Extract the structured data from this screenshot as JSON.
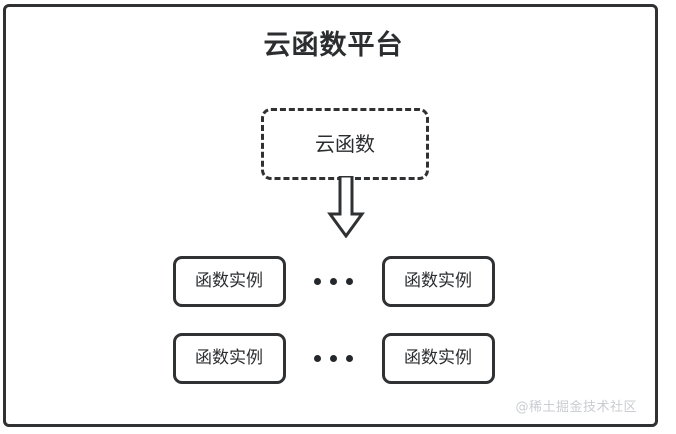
{
  "diagram": {
    "title": "云函数平台",
    "cloud_function": {
      "label": "云函数",
      "border_style": "dashed",
      "border_color": "#2f3133"
    },
    "arrow": {
      "name": "down-block-arrow",
      "direction": "down",
      "color": "#2f3133"
    },
    "instance_rows": [
      {
        "left_box": "函数实例",
        "ellipsis": "···",
        "right_box": "函数实例"
      },
      {
        "left_box": "函数实例",
        "ellipsis": "···",
        "right_box": "函数实例"
      }
    ],
    "watermark": "@稀土掘金技术社区",
    "colors": {
      "stroke": "#2f3133",
      "text": "#2b2d2f",
      "background": "#ffffff",
      "watermark": "#c9ccd1",
      "dot": "#24272c"
    }
  }
}
